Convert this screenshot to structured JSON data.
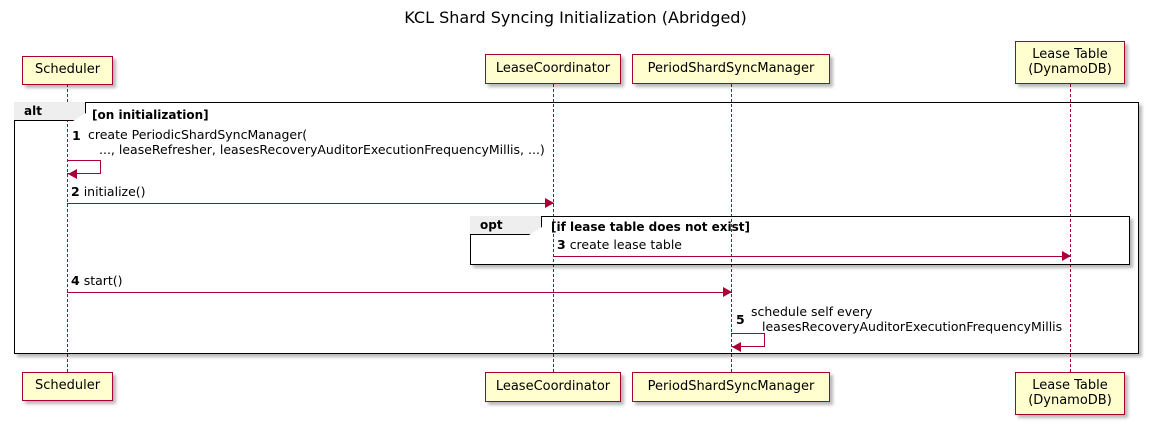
{
  "diagram": {
    "title": "KCL Shard Syncing Initialization (Abridged)",
    "type": "uml-sequence-diagram",
    "colors": {
      "participant_fill": "#FEFECE",
      "participant_border": "#A80036",
      "arrow": "#A80036",
      "fragment_border": "#000000",
      "fragment_tab_fill": "#EEEEEE",
      "background": "#FFFFFF"
    }
  },
  "participants": [
    {
      "id": "scheduler",
      "label": "Scheduler",
      "label_line1": "Scheduler",
      "label_line2": ""
    },
    {
      "id": "lease_coordinator",
      "label": "LeaseCoordinator",
      "label_line1": "LeaseCoordinator",
      "label_line2": ""
    },
    {
      "id": "period_shard_sync_manager",
      "label": "PeriodShardSyncManager",
      "label_line1": "PeriodShardSyncManager",
      "label_line2": ""
    },
    {
      "id": "lease_table",
      "label": "Lease Table (DynamoDB)",
      "label_line1": "Lease Table",
      "label_line2": "(DynamoDB)"
    }
  ],
  "fragments": [
    {
      "id": "alt_fragment",
      "operator": "alt",
      "guard": "[on initialization]"
    },
    {
      "id": "opt_fragment",
      "operator": "opt",
      "guard": "[if lease table does not exist]"
    }
  ],
  "messages": [
    {
      "num": "1",
      "from": "scheduler",
      "to": "scheduler",
      "kind": "self",
      "line1": "create PeriodicShardSyncManager(",
      "line2": "..., leaseRefresher, leasesRecoveryAuditorExecutionFrequencyMillis, ...)",
      "text": "create PeriodicShardSyncManager( ..., leaseRefresher, leasesRecoveryAuditorExecutionFrequencyMillis, ...)"
    },
    {
      "num": "2",
      "from": "scheduler",
      "to": "lease_coordinator",
      "kind": "call",
      "line1": "initialize()",
      "line2": "",
      "text": "initialize()"
    },
    {
      "num": "3",
      "from": "lease_coordinator",
      "to": "lease_table",
      "kind": "call",
      "line1": "create lease table",
      "line2": "",
      "text": "create lease table"
    },
    {
      "num": "4",
      "from": "scheduler",
      "to": "period_shard_sync_manager",
      "kind": "call",
      "line1": "start()",
      "line2": "",
      "text": "start()"
    },
    {
      "num": "5",
      "from": "period_shard_sync_manager",
      "to": "period_shard_sync_manager",
      "kind": "self",
      "line1": "schedule self every",
      "line2": "leasesRecoveryAuditorExecutionFrequencyMillis",
      "text": "schedule self every leasesRecoveryAuditorExecutionFrequencyMillis"
    }
  ]
}
